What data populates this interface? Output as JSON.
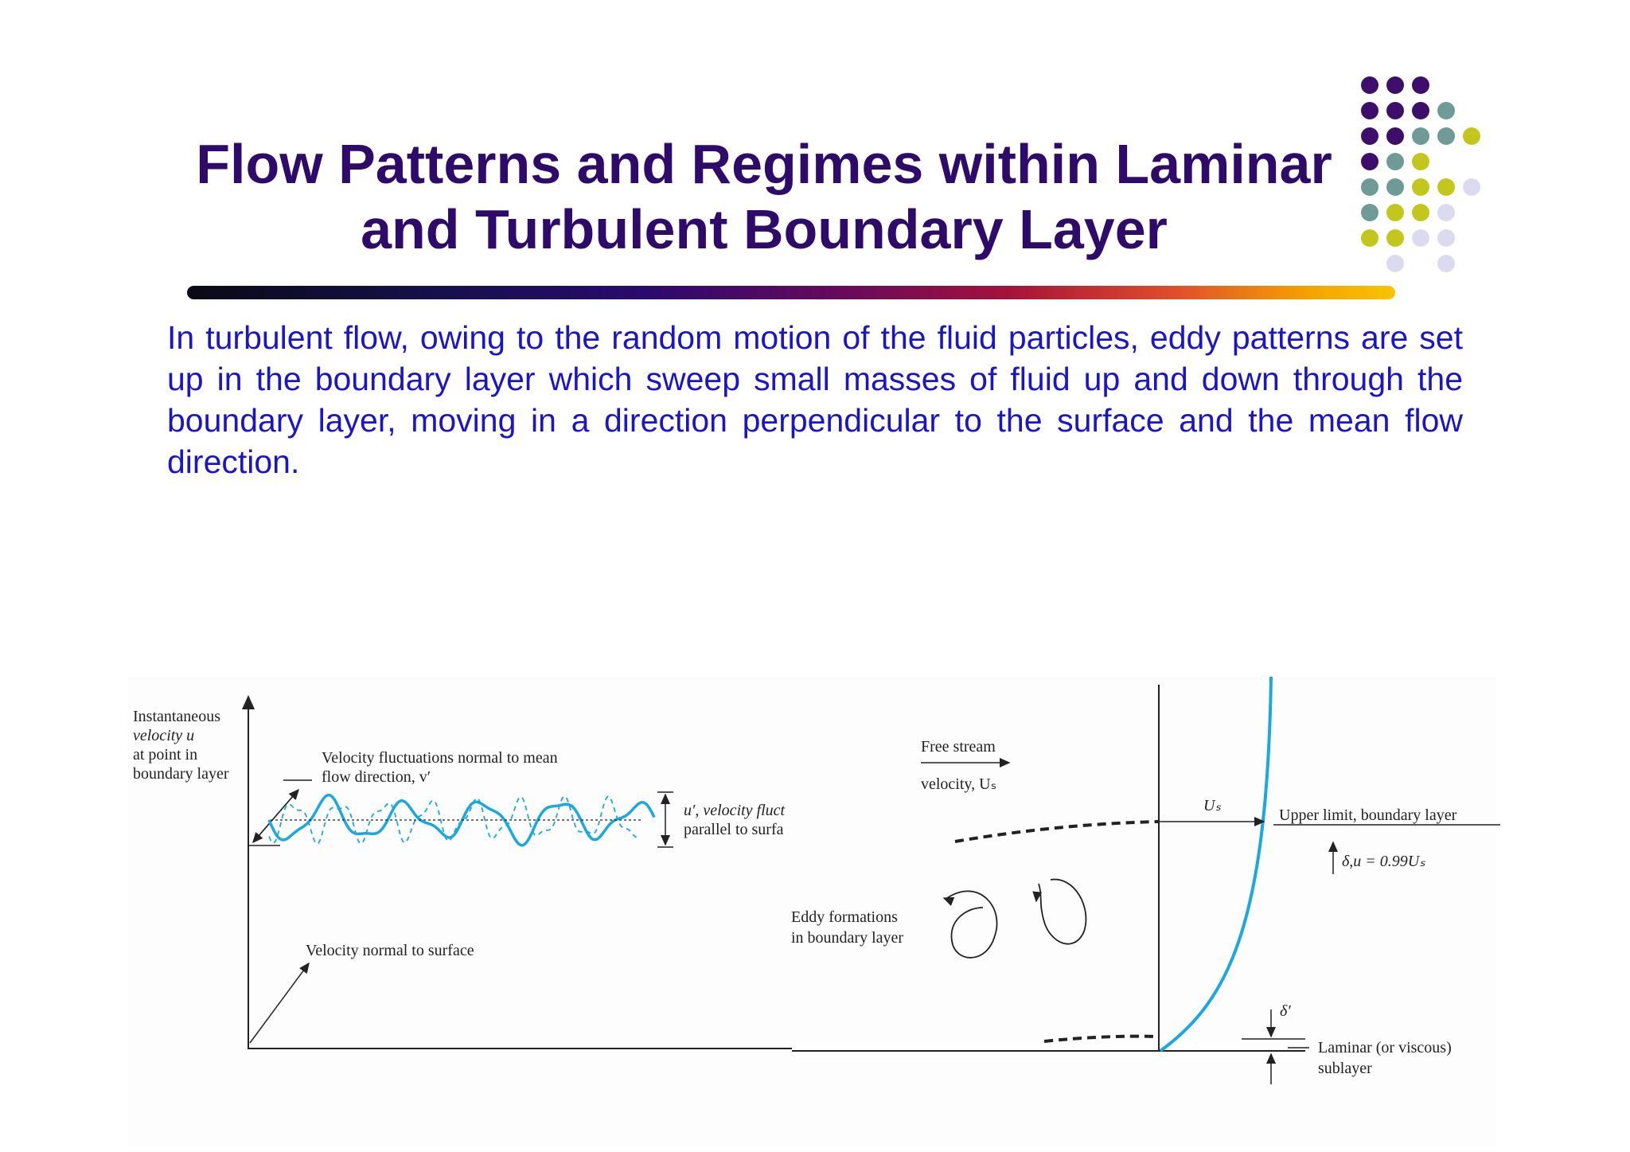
{
  "slide": {
    "title_line1": "Flow Patterns and Regimes within Laminar",
    "title_line2": "and Turbulent Boundary Layer",
    "paragraph": "In turbulent flow, owing to the random motion of the fluid particles, eddy patterns are set up in the boundary layer which sweep small masses of fluid up and down through the boundary layer, moving in a direction perpendicular to the surface and the mean flow direction."
  },
  "decor": {
    "dot_colors": [
      "#3d0f6b",
      "#6e9b98",
      "#c3c61c",
      "#dcdaee"
    ],
    "title_color": "#2e0a6b",
    "text_color": "#1a15c6",
    "curve_color": "#1ba8e0"
  },
  "figure_left": {
    "ylabel_line1": "Instantaneous",
    "ylabel_line2": "velocity u",
    "ylabel_line3": "at point in",
    "ylabel_line4": "boundary layer",
    "fluct_normal_line1": "Velocity fluctuations normal to mean",
    "fluct_normal_line2": "flow direction, v′",
    "fluct_parallel_line1": "u′, velocity fluct",
    "fluct_parallel_line2": "parallel to surfa",
    "normal_label": "Velocity normal to surface"
  },
  "figure_right": {
    "free_stream_line1": "Free stream",
    "free_stream_line2": "velocity, Uₛ",
    "us_label": "Uₛ",
    "upper_limit": "Upper limit, boundary layer",
    "delta_label": "δ,u = 0.99Uₛ",
    "eddy_line1": "Eddy formations",
    "eddy_line2": "in boundary layer",
    "delta_prime": "δ′",
    "sublayer_line1": "Laminar (or viscous)",
    "sublayer_line2": "sublayer"
  }
}
